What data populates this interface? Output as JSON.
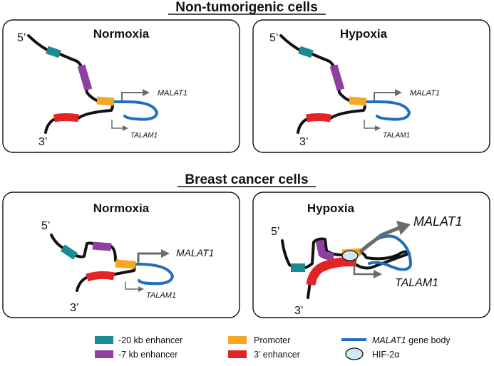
{
  "sections": {
    "top": {
      "title": "Non-tumorigenic cells"
    },
    "bottom": {
      "title": "Breast cancer cells"
    }
  },
  "panels": {
    "nt_normoxia": {
      "title": "Normoxia"
    },
    "nt_hypoxia": {
      "title": "Hypoxia"
    },
    "bc_normoxia": {
      "title": "Normoxia"
    },
    "bc_hypoxia": {
      "title": "Hypoxia"
    }
  },
  "ends": {
    "five_prime": "5’",
    "three_prime": "3’"
  },
  "genes": {
    "malat1": "MALAT1",
    "talam1": "TALAM1"
  },
  "legend": {
    "enh20": "-20 kb enhancer",
    "enh7": "-7 kb enhancer",
    "promoter": "Promoter",
    "enh3": "3’ enhancer",
    "gene_body_italic": "MALAT1",
    "gene_body_rest": " gene body",
    "hif": "HIF-2α"
  },
  "colors": {
    "enh20": "#1a8a93",
    "enh7": "#8e3fa0",
    "promoter": "#f5a623",
    "enh3": "#e42424",
    "gene_body": "#1f6fc0",
    "hif": "#cfe9f3",
    "arrow": "#6b6b6b"
  }
}
